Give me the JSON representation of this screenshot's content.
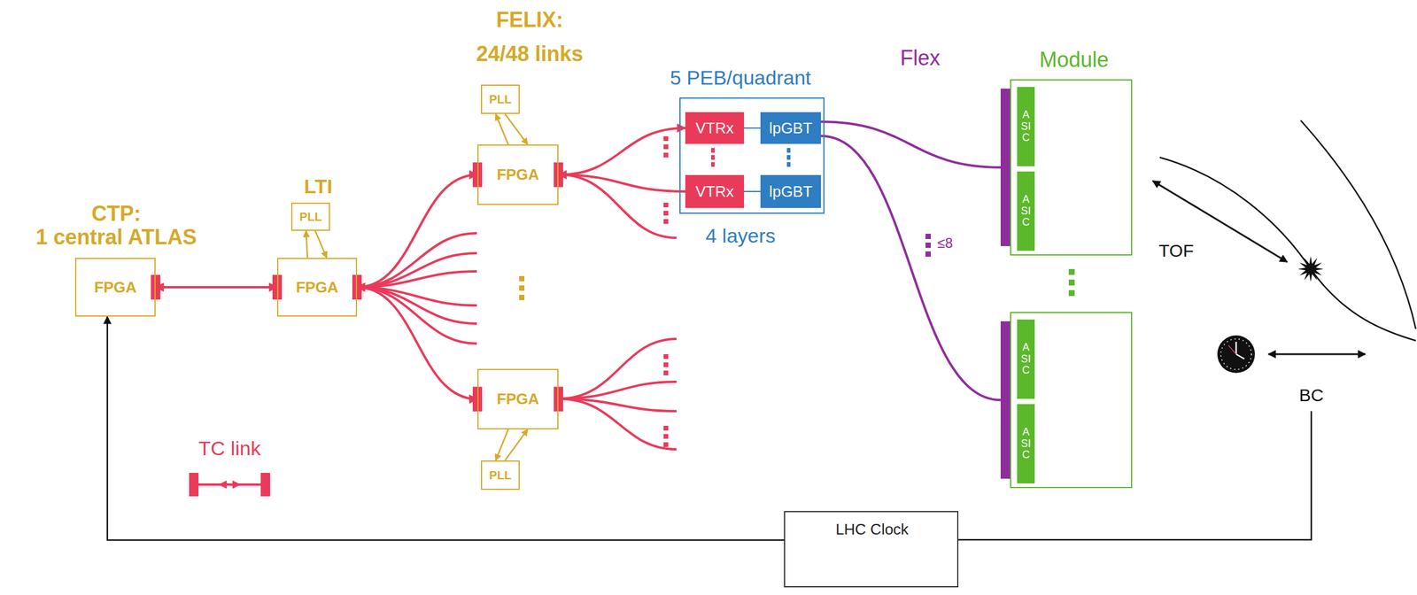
{
  "diagram": {
    "nodes": [
      {
        "text": [
          "CTP:",
          "1 central ATLAS",
          "FPGA"
        ]
      },
      {
        "text": [
          "LTI",
          "FPGA"
        ]
      },
      {
        "text": [
          "PLL"
        ]
      },
      {
        "text": [
          "FELIX:",
          "24/48 links",
          "FPGA"
        ]
      },
      {
        "text": [
          "PLL"
        ]
      },
      {
        "text": [
          "FPGA"
        ]
      },
      {
        "text": [
          "PLL"
        ]
      },
      {
        "text": [
          "5 PEB/quadrant",
          "4 layers"
        ]
      },
      {
        "text": [
          "VTRx"
        ],
        "in": 7
      },
      {
        "text": [
          "lpGBT"
        ],
        "in": 7
      },
      {
        "text": [
          "VTRx"
        ],
        "in": 7
      },
      {
        "text": [
          "lpGBT"
        ],
        "in": 7
      },
      {
        "text": [
          "Module"
        ]
      },
      {
        "text": [
          "ASIC"
        ],
        "in": 12
      },
      {
        "text": [
          "ASIC"
        ],
        "in": 12
      },
      {
        "text": []
      },
      {
        "text": [
          "ASIC"
        ],
        "in": 15
      },
      {
        "text": [
          "ASIC"
        ],
        "in": 15
      },
      {
        "text": [
          "LHC Clock"
        ]
      }
    ],
    "edges": [
      {
        "from": 0,
        "to": 1,
        "arrow": "both"
      },
      {
        "from": 1,
        "to": 3,
        "arrow": "both"
      },
      {
        "from": 1,
        "to": 5,
        "arrow": "both"
      },
      {
        "from": 1,
        "to": 2,
        "arrow": "to"
      },
      {
        "from": 2,
        "to": 1,
        "arrow": "to"
      },
      {
        "from": 3,
        "to": 4,
        "arrow": "to"
      },
      {
        "from": 4,
        "to": 3,
        "arrow": "to"
      },
      {
        "from": 5,
        "to": 6,
        "arrow": "to"
      },
      {
        "from": 6,
        "to": 5,
        "arrow": "to"
      },
      {
        "from": 3,
        "to": 8,
        "arrow": "both"
      },
      {
        "from": 3,
        "to": 10,
        "arrow": "none"
      },
      {
        "from": 8,
        "to": 9,
        "arrow": "none"
      },
      {
        "from": 10,
        "to": 11,
        "arrow": "none"
      },
      {
        "from": 9,
        "to": 12,
        "arrow": "none"
      },
      {
        "from": 9,
        "to": 15,
        "arrow": "none"
      },
      {
        "from": 18,
        "to": 0,
        "arrow": "to"
      }
    ],
    "labels": [
      "Flex",
      "≤8",
      "TOF",
      "BC"
    ],
    "legend": [
      {
        "text": "TC link"
      }
    ]
  }
}
